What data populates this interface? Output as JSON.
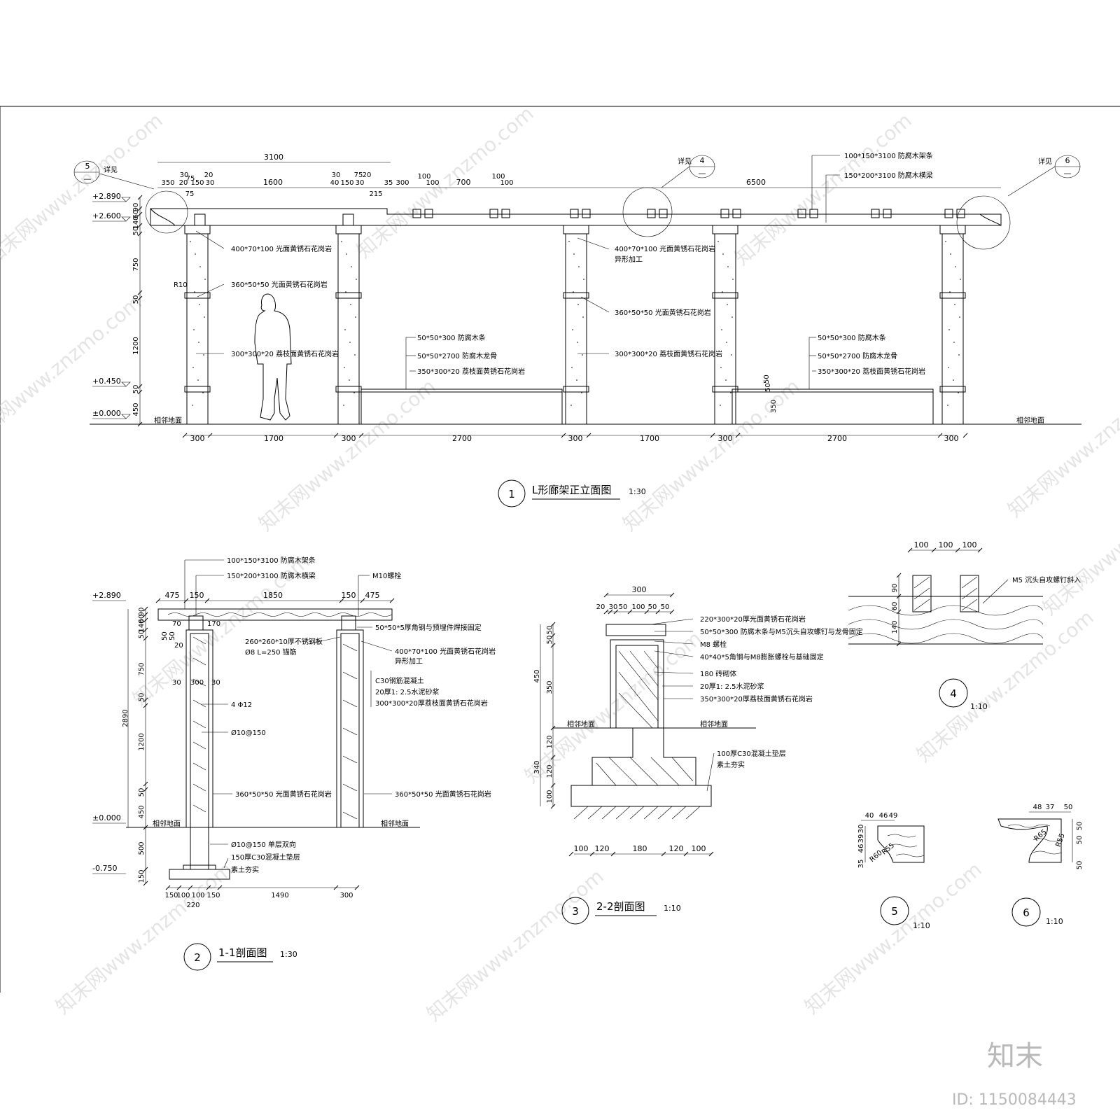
{
  "elevation": {
    "title": "L形廊架正立面图",
    "index": "1",
    "scale": "1:30",
    "levels": [
      "+2.890",
      "+2.600",
      "+0.450",
      "±0.000"
    ],
    "left_dims": [
      "90",
      "60",
      "140",
      "50",
      "750",
      "50",
      "1200",
      "50",
      "450"
    ],
    "top_overall": [
      "3100",
      "6500"
    ],
    "top_segments": [
      "350",
      "20",
      "30",
      "75",
      "20",
      "150",
      "30",
      "1600",
      "40",
      "30",
      "75",
      "150",
      "20",
      "30",
      "35",
      "300",
      "100",
      "100",
      "700",
      "100",
      "100",
      "215",
      "75"
    ],
    "bottom_dims": [
      "300",
      "1700",
      "300",
      "2700",
      "300",
      "1700",
      "300",
      "2700",
      "300"
    ],
    "ground_label": "相邻地面",
    "radius": "R10",
    "callouts": {
      "detail_ref": "详见",
      "ref5": "5",
      "ref4": "4",
      "ref6": "6",
      "dash": "—"
    },
    "notes": [
      "100*150*3100  防腐木架条",
      "150*200*3100  防腐木横梁",
      "400*70*100  光面黄锈石花岗岩",
      "异形加工",
      "360*50*50  光面黄锈石花岗岩",
      "300*300*20  荔枝面黄锈石花岗岩",
      "50*50*300  防腐木条",
      "50*50*2700  防腐木龙骨",
      "350*300*20  荔枝面黄锈石花岗岩"
    ],
    "bench_dims": [
      "350",
      "50",
      "50"
    ]
  },
  "section11": {
    "title": "1-1剖面图",
    "index": "2",
    "scale": "1:30",
    "levels": [
      "+2.890",
      "±0.000",
      "-0.750"
    ],
    "left_dims": [
      "90",
      "60",
      "140",
      "50",
      "750",
      "50",
      "1200",
      "50",
      "450",
      "500",
      "150"
    ],
    "overall": "2890",
    "top_dims": [
      "475",
      "150",
      "1850",
      "150",
      "475"
    ],
    "bottom_dims": [
      "150",
      "100",
      "100",
      "150",
      "220",
      "1490",
      "300"
    ],
    "small_dims": [
      "70",
      "170",
      "50",
      "50",
      "20",
      "30",
      "300",
      "30"
    ],
    "ground_label": "相邻地面",
    "notes": [
      "100*150*3100  防腐木架条",
      "150*200*3100  防腐木横梁",
      "M10螺栓",
      "50*50*5厚角钢与预埋件焊接固定",
      "260*260*10厚不锈钢板",
      "Ø8 L=250  锚筋",
      "400*70*100  光面黄锈石花岗岩",
      "异形加工",
      "C30钢筋混凝土",
      "20厚1: 2.5水泥砂浆",
      "300*300*20厚荔枝面黄锈石花岗岩",
      "4 Φ12",
      "Ø10@150",
      "360*50*50  光面黄锈石花岗岩",
      "360*50*50  光面黄锈石花岗岩",
      "Ø10@150  单层双向",
      "150厚C30混凝土垫层",
      "素土夯实"
    ]
  },
  "section22": {
    "title": "2-2剖面图",
    "index": "3",
    "scale": "1:10",
    "top_dims": [
      "300",
      "20",
      "30",
      "50",
      "100",
      "50",
      "50"
    ],
    "left_dims": [
      "50",
      "50",
      "350",
      "450",
      "120",
      "120",
      "340",
      "100"
    ],
    "bottom_dims": [
      "100",
      "120",
      "180",
      "120",
      "100"
    ],
    "ground_label": "相邻地面",
    "notes": [
      "220*300*20厚光面黄锈石花岗岩",
      "50*50*300  防腐木条与M5沉头自攻螺钉与龙骨固定",
      "M8  螺栓",
      "40*40*5角钢与M8膨胀螺栓与基础固定",
      "180  砖砌体",
      "20厚1: 2.5水泥砂浆",
      "350*300*20厚荔枝面黄锈石花岗岩",
      "100厚C30混凝土垫层",
      "素土夯实"
    ]
  },
  "detail4": {
    "index": "4",
    "scale": "1:10",
    "top_dims": [
      "100",
      "100",
      "100"
    ],
    "left_dims": [
      "90",
      "60",
      "140"
    ],
    "note": "M5  沉头自攻螺钉斜入"
  },
  "detail5": {
    "index": "5",
    "scale": "1:10",
    "top_dims": [
      "40",
      "46",
      "49"
    ],
    "left_dims": [
      "30",
      "39",
      "46",
      "35"
    ],
    "radii": [
      "R55",
      "R60"
    ]
  },
  "detail6": {
    "index": "6",
    "scale": "1:10",
    "top_dims": [
      "48",
      "37",
      "50"
    ],
    "left_dims": [
      "50",
      "50",
      "50"
    ],
    "radii": [
      "R65",
      "R55"
    ]
  },
  "branding": {
    "watermark": "知末网www.znzmo.com",
    "logo": "知末",
    "id": "ID: 1150084443"
  }
}
